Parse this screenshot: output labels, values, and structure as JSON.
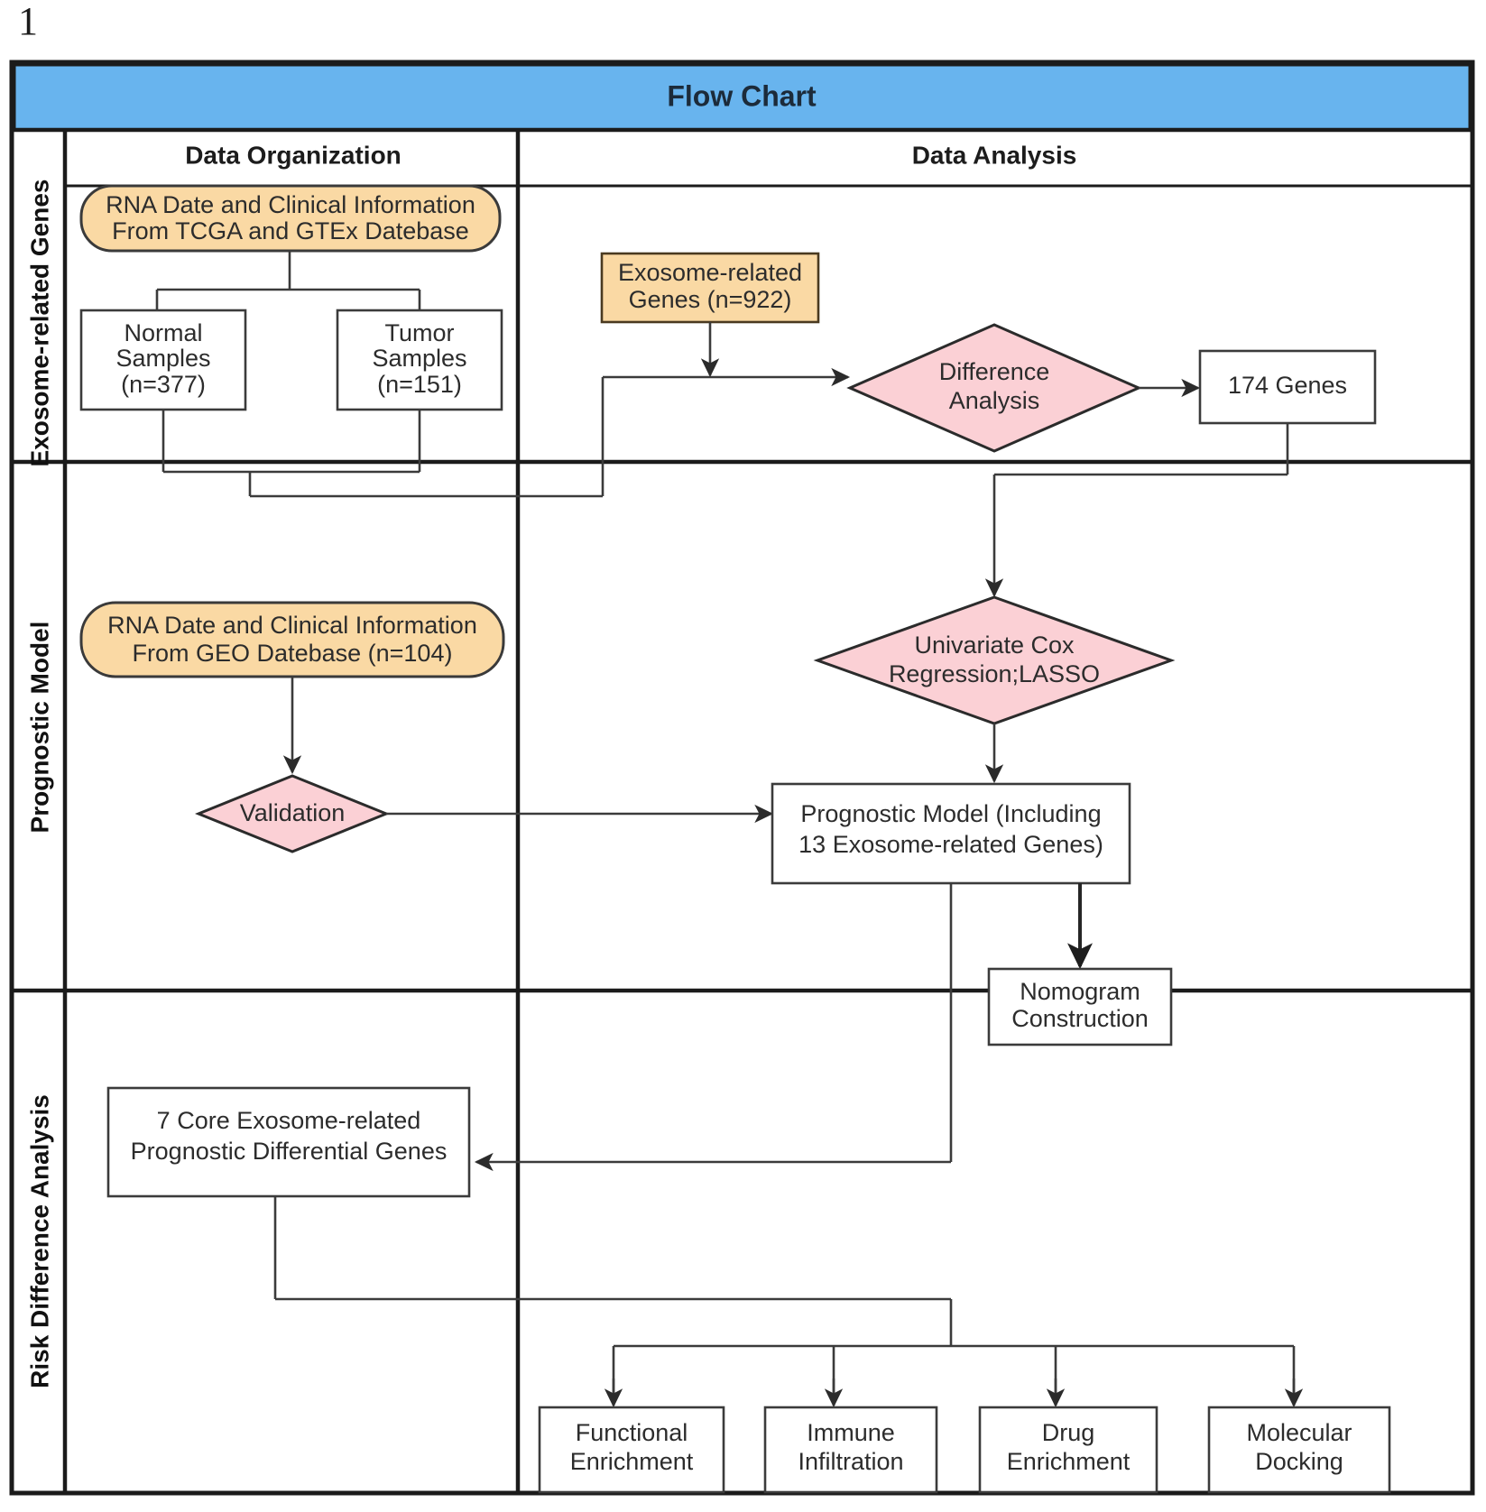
{
  "figure": {
    "number": "1"
  },
  "chart_data": {
    "type": "diagram",
    "title": "Flow Chart",
    "header": {
      "title": "Flow Chart",
      "background": "#68b4ee"
    },
    "columns": [
      {
        "id": "data-organization",
        "label": "Data Organization"
      },
      {
        "id": "data-analysis",
        "label": "Data Analysis"
      }
    ],
    "bands": [
      {
        "id": "exosome-related-genes",
        "label": "Exosome-related Genes"
      },
      {
        "id": "prognostic-model",
        "label": "Prognostic Model"
      },
      {
        "id": "risk-difference-analysis",
        "label": "Risk Difference Analysis"
      }
    ],
    "colors": {
      "header_blue": "#68b4ee",
      "source_orange": "#fad9a4",
      "decision_pink": "#fbd0d5",
      "process_white": "#ffffff",
      "stroke_dark": "#2b2b2b"
    },
    "nodes": [
      {
        "id": "tcga-gtex-source",
        "shape": "rounded",
        "fill": "#fad9a4",
        "band": "exosome-related-genes",
        "column": "data-organization",
        "lines": [
          "RNA Date and Clinical Information",
          "From TCGA and GTEx Datebase"
        ]
      },
      {
        "id": "normal-samples",
        "shape": "rect",
        "fill": "#ffffff",
        "band": "exosome-related-genes",
        "column": "data-organization",
        "lines": [
          "Normal",
          "Samples",
          "(n=377)"
        ]
      },
      {
        "id": "tumor-samples",
        "shape": "rect",
        "fill": "#ffffff",
        "band": "exosome-related-genes",
        "column": "data-organization",
        "lines": [
          "Tumor",
          "Samples",
          "(n=151)"
        ]
      },
      {
        "id": "exosome-related-genes-922",
        "shape": "rect",
        "fill": "#fad9a4",
        "band": "exosome-related-genes",
        "column": "data-analysis",
        "lines": [
          "Exosome-related",
          "Genes (n=922)"
        ]
      },
      {
        "id": "difference-analysis",
        "shape": "diamond",
        "fill": "#fbd0d5",
        "band": "exosome-related-genes",
        "column": "data-analysis",
        "lines": [
          "Difference",
          "Analysis"
        ]
      },
      {
        "id": "genes-174",
        "shape": "rect",
        "fill": "#ffffff",
        "band": "exosome-related-genes",
        "column": "data-analysis",
        "lines": [
          "174 Genes"
        ]
      },
      {
        "id": "geo-source",
        "shape": "rounded",
        "fill": "#fad9a4",
        "band": "prognostic-model",
        "column": "data-organization",
        "lines": [
          "RNA Date and Clinical Information",
          "From GEO Datebase (n=104)"
        ]
      },
      {
        "id": "validation",
        "shape": "diamond",
        "fill": "#fbd0d5",
        "band": "prognostic-model",
        "column": "data-organization",
        "lines": [
          "Validation"
        ]
      },
      {
        "id": "univariate-cox-lasso",
        "shape": "diamond",
        "fill": "#fbd0d5",
        "band": "prognostic-model",
        "column": "data-analysis",
        "lines": [
          "Univariate Cox",
          "Regression;LASSO"
        ]
      },
      {
        "id": "prognostic-model-13-genes",
        "shape": "rect",
        "fill": "#ffffff",
        "band": "prognostic-model",
        "column": "data-analysis",
        "lines": [
          "Prognostic Model (Including",
          "13 Exosome-related Genes)"
        ]
      },
      {
        "id": "nomogram-construction",
        "shape": "rect",
        "fill": "#ffffff",
        "band": "prognostic-model",
        "column": "data-analysis",
        "lines": [
          "Nomogram",
          "Construction"
        ]
      },
      {
        "id": "core-genes-7",
        "shape": "rect",
        "fill": "#ffffff",
        "band": "risk-difference-analysis",
        "column": "data-organization",
        "lines": [
          "7 Core Exosome-related",
          "Prognostic Differential Genes"
        ]
      },
      {
        "id": "functional-enrichment",
        "shape": "rect",
        "fill": "#ffffff",
        "band": "risk-difference-analysis",
        "column": "data-analysis",
        "lines": [
          "Functional",
          "Enrichment"
        ]
      },
      {
        "id": "immune-infiltration",
        "shape": "rect",
        "fill": "#ffffff",
        "band": "risk-difference-analysis",
        "column": "data-analysis",
        "lines": [
          "Immune",
          "Infiltration"
        ]
      },
      {
        "id": "drug-enrichment",
        "shape": "rect",
        "fill": "#ffffff",
        "band": "risk-difference-analysis",
        "column": "data-analysis",
        "lines": [
          "Drug",
          "Enrichment"
        ]
      },
      {
        "id": "molecular-docking",
        "shape": "rect",
        "fill": "#ffffff",
        "band": "risk-difference-analysis",
        "column": "data-analysis",
        "lines": [
          "Molecular",
          "Docking"
        ]
      }
    ],
    "edges": [
      {
        "from": "tcga-gtex-source",
        "to": "normal-samples",
        "arrow": false
      },
      {
        "from": "tcga-gtex-source",
        "to": "tumor-samples",
        "arrow": false
      },
      {
        "from": "normal-samples",
        "to": "difference-analysis",
        "arrow": true
      },
      {
        "from": "tumor-samples",
        "to": "difference-analysis",
        "arrow": true
      },
      {
        "from": "exosome-related-genes-922",
        "to": "difference-analysis",
        "arrow": true
      },
      {
        "from": "difference-analysis",
        "to": "genes-174",
        "arrow": true
      },
      {
        "from": "genes-174",
        "to": "univariate-cox-lasso",
        "arrow": true
      },
      {
        "from": "geo-source",
        "to": "validation",
        "arrow": true
      },
      {
        "from": "validation",
        "to": "prognostic-model-13-genes",
        "arrow": true
      },
      {
        "from": "univariate-cox-lasso",
        "to": "prognostic-model-13-genes",
        "arrow": true
      },
      {
        "from": "prognostic-model-13-genes",
        "to": "nomogram-construction",
        "arrow": true
      },
      {
        "from": "prognostic-model-13-genes",
        "to": "core-genes-7",
        "arrow": true
      },
      {
        "from": "core-genes-7",
        "to": "functional-enrichment",
        "arrow": true
      },
      {
        "from": "core-genes-7",
        "to": "immune-infiltration",
        "arrow": true
      },
      {
        "from": "core-genes-7",
        "to": "drug-enrichment",
        "arrow": true
      },
      {
        "from": "core-genes-7",
        "to": "molecular-docking",
        "arrow": true
      }
    ]
  },
  "nodes": {
    "tcga_gtex_l1": "RNA Date and Clinical Information",
    "tcga_gtex_l2": "From TCGA and GTEx Datebase",
    "normal_l1": "Normal",
    "normal_l2": "Samples",
    "normal_l3": "(n=377)",
    "tumor_l1": "Tumor",
    "tumor_l2": "Samples",
    "tumor_l3": "(n=151)",
    "erg922_l1": "Exosome-related",
    "erg922_l2": "Genes (n=922)",
    "diffanal_l1": "Difference",
    "diffanal_l2": "Analysis",
    "genes174": "174 Genes",
    "geo_l1": "RNA Date and Clinical Information",
    "geo_l2": "From GEO Datebase (n=104)",
    "validation": "Validation",
    "cox_l1": "Univariate Cox",
    "cox_l2": "Regression;LASSO",
    "progmodel_l1": "Prognostic Model (Including",
    "progmodel_l2": "13 Exosome-related Genes)",
    "nomogram_l1": "Nomogram",
    "nomogram_l2": "Construction",
    "core7_l1": "7 Core Exosome-related",
    "core7_l2": "Prognostic Differential Genes",
    "func_l1": "Functional",
    "func_l2": "Enrichment",
    "immune_l1": "Immune",
    "immune_l2": "Infiltration",
    "drug_l1": "Drug",
    "drug_l2": "Enrichment",
    "moldock_l1": "Molecular",
    "moldock_l2": "Docking"
  },
  "header": {
    "title": "Flow Chart"
  },
  "columns": {
    "left": "Data Organization",
    "right": "Data Analysis"
  },
  "bands": {
    "b1": "Exosome-related Genes",
    "b2": "Prognostic Model",
    "b3": "Risk Difference Analysis"
  }
}
